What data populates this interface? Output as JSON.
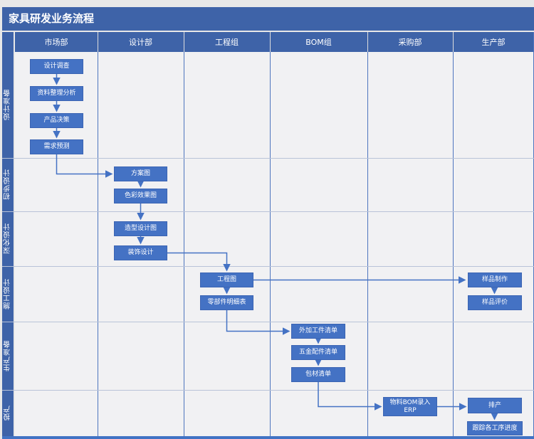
{
  "title": "家具研发业务流程",
  "colors": {
    "header_blue": "#3e63a8",
    "node_blue": "#4472c4",
    "arrow_blue": "#4472c4",
    "canvas_bg": "#f1f1f3",
    "lane_divider": "#4e75be",
    "phase_divider": "#b9c3d8"
  },
  "lanes": [
    {
      "label": "市场部"
    },
    {
      "label": "设计部"
    },
    {
      "label": "工程组"
    },
    {
      "label": "BOM组"
    },
    {
      "label": "采购部"
    },
    {
      "label": "生产部"
    }
  ],
  "phases": [
    {
      "label": "设计准备"
    },
    {
      "label": "初步设计"
    },
    {
      "label": "深化设计"
    },
    {
      "label": "施工设计"
    },
    {
      "label": "生产准备"
    },
    {
      "label": "投产"
    }
  ],
  "nodes": {
    "design_survey": {
      "label": "设计调查",
      "lane": "市场部",
      "phase": "设计准备"
    },
    "data_analysis": {
      "label": "资料整理分析",
      "lane": "市场部",
      "phase": "设计准备"
    },
    "product_decision": {
      "label": "产品决策",
      "lane": "市场部",
      "phase": "设计准备"
    },
    "demand_forecast": {
      "label": "需求预测",
      "lane": "市场部",
      "phase": "设计准备"
    },
    "scheme_drawing": {
      "label": "方案图",
      "lane": "设计部",
      "phase": "初步设计"
    },
    "color_effect": {
      "label": "色彩效果图",
      "lane": "设计部",
      "phase": "初步设计"
    },
    "styling_design": {
      "label": "造型设计图",
      "lane": "设计部",
      "phase": "深化设计"
    },
    "decoration_design": {
      "label": "装饰设计",
      "lane": "设计部",
      "phase": "深化设计"
    },
    "engineering_drawing": {
      "label": "工程图",
      "lane": "工程组",
      "phase": "施工设计"
    },
    "parts_list": {
      "label": "零部件明细表",
      "lane": "工程组",
      "phase": "施工设计"
    },
    "sample_making": {
      "label": "样品制作",
      "lane": "生产部",
      "phase": "施工设计"
    },
    "sample_evaluation": {
      "label": "样品评价",
      "lane": "生产部",
      "phase": "施工设计"
    },
    "outsourced_parts_list": {
      "label": "外加工件清单",
      "lane": "BOM组",
      "phase": "生产准备"
    },
    "hardware_list": {
      "label": "五金配件清单",
      "lane": "BOM组",
      "phase": "生产准备"
    },
    "packaging_list": {
      "label": "包材清单",
      "lane": "BOM组",
      "phase": "生产准备"
    },
    "bom_erp_entry": {
      "label": "物料BOM录入 ERP",
      "line1": "物料BOM录入",
      "line2": "ERP",
      "lane": "采购部",
      "phase": "投产"
    },
    "production_scheduling": {
      "label": "排产",
      "lane": "生产部",
      "phase": "投产"
    },
    "track_progress": {
      "label": "跟踪各工序进度",
      "lane": "生产部",
      "phase": "投产"
    }
  },
  "edges": [
    {
      "from": "design_survey",
      "to": "data_analysis"
    },
    {
      "from": "data_analysis",
      "to": "product_decision"
    },
    {
      "from": "product_decision",
      "to": "demand_forecast"
    },
    {
      "from": "demand_forecast",
      "to": "scheme_drawing"
    },
    {
      "from": "scheme_drawing",
      "to": "color_effect"
    },
    {
      "from": "color_effect",
      "to": "styling_design"
    },
    {
      "from": "styling_design",
      "to": "decoration_design"
    },
    {
      "from": "decoration_design",
      "to": "engineering_drawing"
    },
    {
      "from": "engineering_drawing",
      "to": "parts_list"
    },
    {
      "from": "engineering_drawing",
      "to": "sample_making"
    },
    {
      "from": "sample_making",
      "to": "sample_evaluation"
    },
    {
      "from": "parts_list",
      "to": "outsourced_parts_list"
    },
    {
      "from": "outsourced_parts_list",
      "to": "hardware_list"
    },
    {
      "from": "hardware_list",
      "to": "packaging_list"
    },
    {
      "from": "packaging_list",
      "to": "bom_erp_entry"
    },
    {
      "from": "bom_erp_entry",
      "to": "production_scheduling"
    },
    {
      "from": "production_scheduling",
      "to": "track_progress"
    }
  ]
}
